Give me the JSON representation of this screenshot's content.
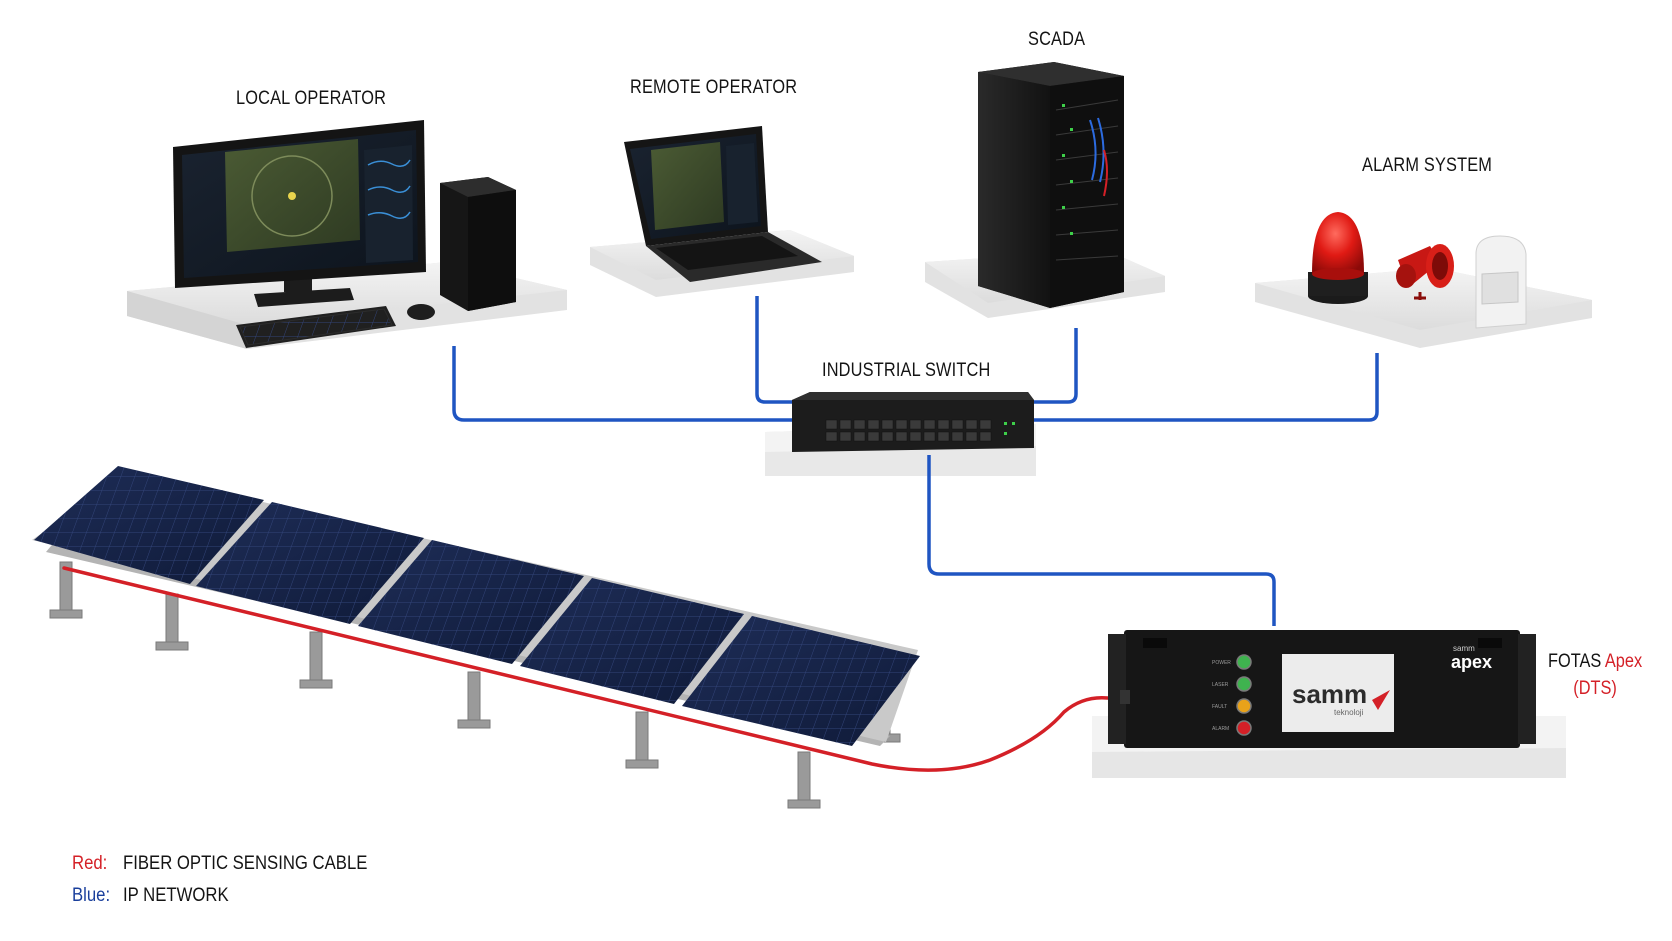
{
  "labels": {
    "local_operator": "LOCAL OPERATOR",
    "remote_operator": "REMOTE OPERATOR",
    "scada": "SCADA",
    "alarm_system": "ALARM SYSTEM",
    "industrial_switch": "INDUSTRIAL SWITCH",
    "fotas_prefix": "FOTAS ",
    "fotas_highlight": "Apex",
    "fotas_sub": "(DTS)"
  },
  "device_text": {
    "brand": "samm",
    "brand_sub": "teknoloji",
    "logo_top": "samm",
    "logo_main": "apex",
    "leds": [
      "POWER",
      "LASER",
      "FAULT",
      "ALARM"
    ]
  },
  "legend": [
    {
      "key": "Red:",
      "text": "FIBER OPTIC SENSING CABLE"
    },
    {
      "key": "Blue:",
      "text": "IP NETWORK"
    }
  ],
  "colors": {
    "fiber_cable": "#d42027",
    "ip_network": "#1f55c2",
    "led_green": "#3fb34f",
    "led_amber": "#e8a21a",
    "led_red": "#d42027"
  }
}
